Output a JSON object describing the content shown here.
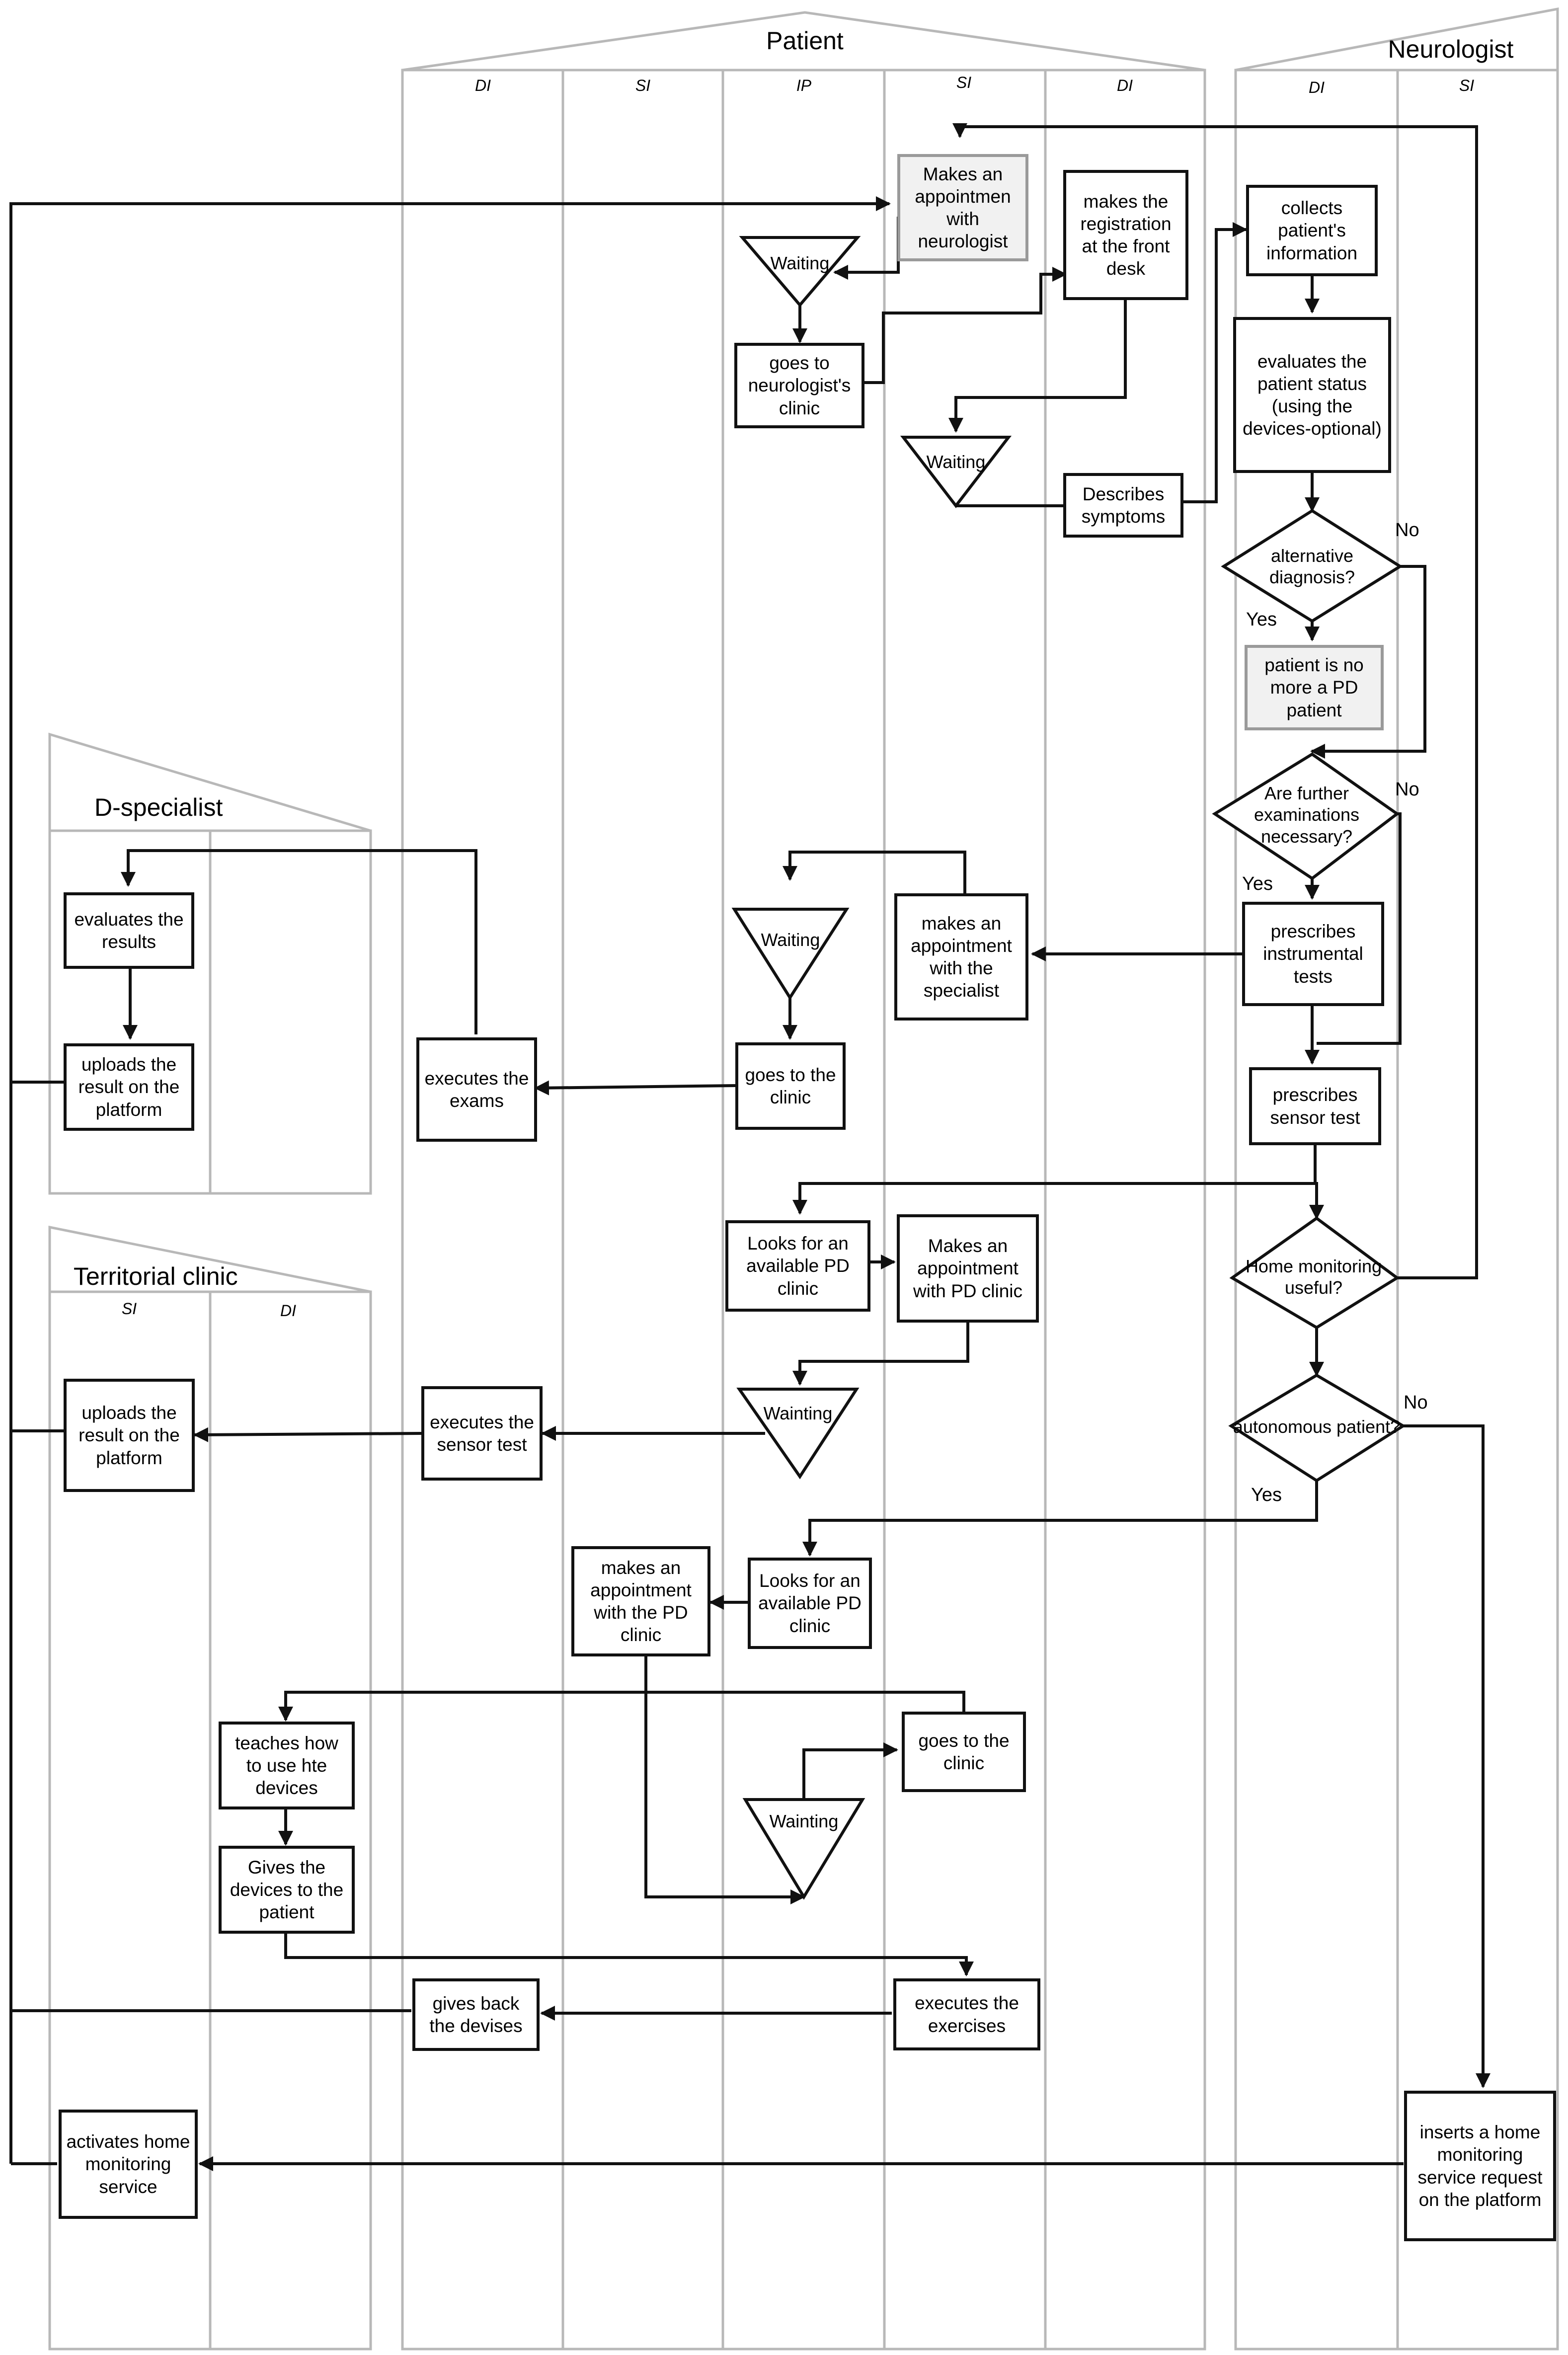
{
  "pools": {
    "patient": {
      "title": "Patient",
      "lanes": [
        "DI",
        "SI",
        "IP",
        "SI",
        "DI"
      ]
    },
    "neurologist": {
      "title": "Neurologist",
      "lanes": [
        "DI",
        "SI"
      ]
    },
    "d_specialist": {
      "title": "D-specialist"
    },
    "territorial_clinic": {
      "title": "Territorial clinic",
      "lanes": [
        "SI",
        "DI"
      ]
    }
  },
  "nodes": {
    "makes_appointment_neurologist": "Makes an appointmen with neurologist",
    "waiting_1": "Waiting",
    "goes_to_neurologist_clinic": "goes to neurologist's clinic",
    "registration_front_desk": "makes the registration at the front desk",
    "waiting_2": "Waiting",
    "describes_symptoms": "Describes symptoms",
    "collects_patient_info": "collects patient's information",
    "evaluates_patient_status": "evaluates the patient status (using the devices-optional)",
    "alternative_diagnosis": "alternative diagnosis?",
    "not_pd_patient": "patient is no more a PD patient",
    "further_examinations": "Are further examinations necessary?",
    "prescribes_instrumental_tests": "prescribes instrumental tests",
    "makes_appointment_specialist": "makes an appointment with the specialist",
    "waiting_3": "Waiting",
    "goes_to_clinic_1": "goes to the clinic",
    "executes_exams": "executes the exams",
    "evaluates_results": "evaluates the results",
    "uploads_result_specialist": "uploads the result on the platform",
    "prescribes_sensor_test": "prescribes sensor test",
    "looks_for_pd_clinic_1": "Looks for an available PD clinic",
    "makes_appointment_pd_clinic_1": "Makes an appointment with PD clinic",
    "home_monitoring_useful": "Home monitoring useful?",
    "waiting_4": "Wainting",
    "executes_sensor_test": "executes the sensor test",
    "uploads_result_territorial": "uploads the result on the platform",
    "autonomous_patient": "autonomous patient?",
    "looks_for_pd_clinic_2": "Looks for an available PD clinic",
    "makes_appointment_pd_clinic_2": "makes an appointment with the PD clinic",
    "teaches_devices": "teaches how to use hte devices",
    "gives_devices": "Gives the devices to the patient",
    "goes_to_clinic_2": "goes to the clinic",
    "waiting_5": "Wainting",
    "executes_exercises": "executes the exercises",
    "gives_back_devices": "gives back the devises",
    "activates_home_monitoring": "activates home monitoring service",
    "inserts_home_monitoring_request": "inserts a home monitoring service request on the platform"
  },
  "labels": {
    "no_1": "No",
    "yes_1": "Yes",
    "no_2": "No",
    "yes_2": "Yes",
    "no_3": "No",
    "yes_3": "Yes"
  }
}
